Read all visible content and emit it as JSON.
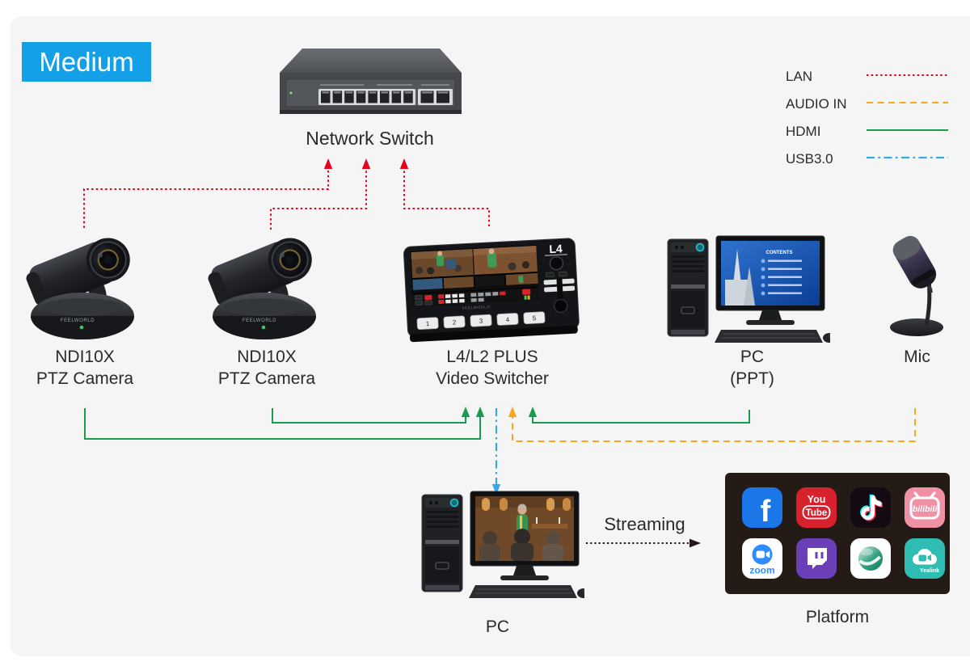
{
  "badge": {
    "label": "Medium",
    "bg": "#14a0e6"
  },
  "legend": {
    "items": [
      {
        "label": "LAN",
        "color": "#e60019"
      },
      {
        "label": "AUDIO IN",
        "color": "#f5a71d"
      },
      {
        "label": "HDMI",
        "color": "#1a9b52"
      },
      {
        "label": "USB3.0",
        "color": "#36a9e1"
      }
    ]
  },
  "nodes": {
    "network_switch": {
      "label": "Network Switch"
    },
    "camera1": {
      "label1": "NDI10X",
      "label2": "PTZ Camera",
      "brand": "FEELWORLD"
    },
    "camera2": {
      "label1": "NDI10X",
      "label2": "PTZ Camera",
      "brand": "FEELWORLD"
    },
    "switcher": {
      "label1": "L4/L2 PLUS",
      "label2": "Video Switcher",
      "model_badge": "L4",
      "brand": "FEELWORLD",
      "buttons": [
        "1",
        "2",
        "3",
        "4",
        "5"
      ]
    },
    "pc_ppt": {
      "label1": "PC",
      "label2": "(PPT)",
      "screen_title": "CONTENTS"
    },
    "mic": {
      "label": "Mic"
    },
    "pc_stream": {
      "label": "PC"
    },
    "platform": {
      "label": "Platform",
      "apps": [
        {
          "name": "facebook",
          "color": "#1b76e8",
          "glyph": "f"
        },
        {
          "name": "youtube",
          "color": "#d7212d",
          "text1": "You",
          "text2": "Tube"
        },
        {
          "name": "tiktok",
          "color": "#140a12"
        },
        {
          "name": "bilibili",
          "color": "#f090a5",
          "text": "bilibili"
        },
        {
          "name": "zoom",
          "color": "#ffffff",
          "text": "zoom"
        },
        {
          "name": "twitch",
          "color": "#6a3fb8"
        },
        {
          "name": "webex",
          "color": "#ffffff"
        },
        {
          "name": "yealink",
          "color": "#2fbdb3",
          "text": "Yealink"
        }
      ]
    }
  },
  "connections": {
    "lan_color": "#e60019",
    "audio_color": "#f5a71d",
    "hdmi_color": "#1a9b52",
    "usb_color": "#36a9e1",
    "streaming_color": "#231815",
    "streaming_label": "Streaming"
  }
}
